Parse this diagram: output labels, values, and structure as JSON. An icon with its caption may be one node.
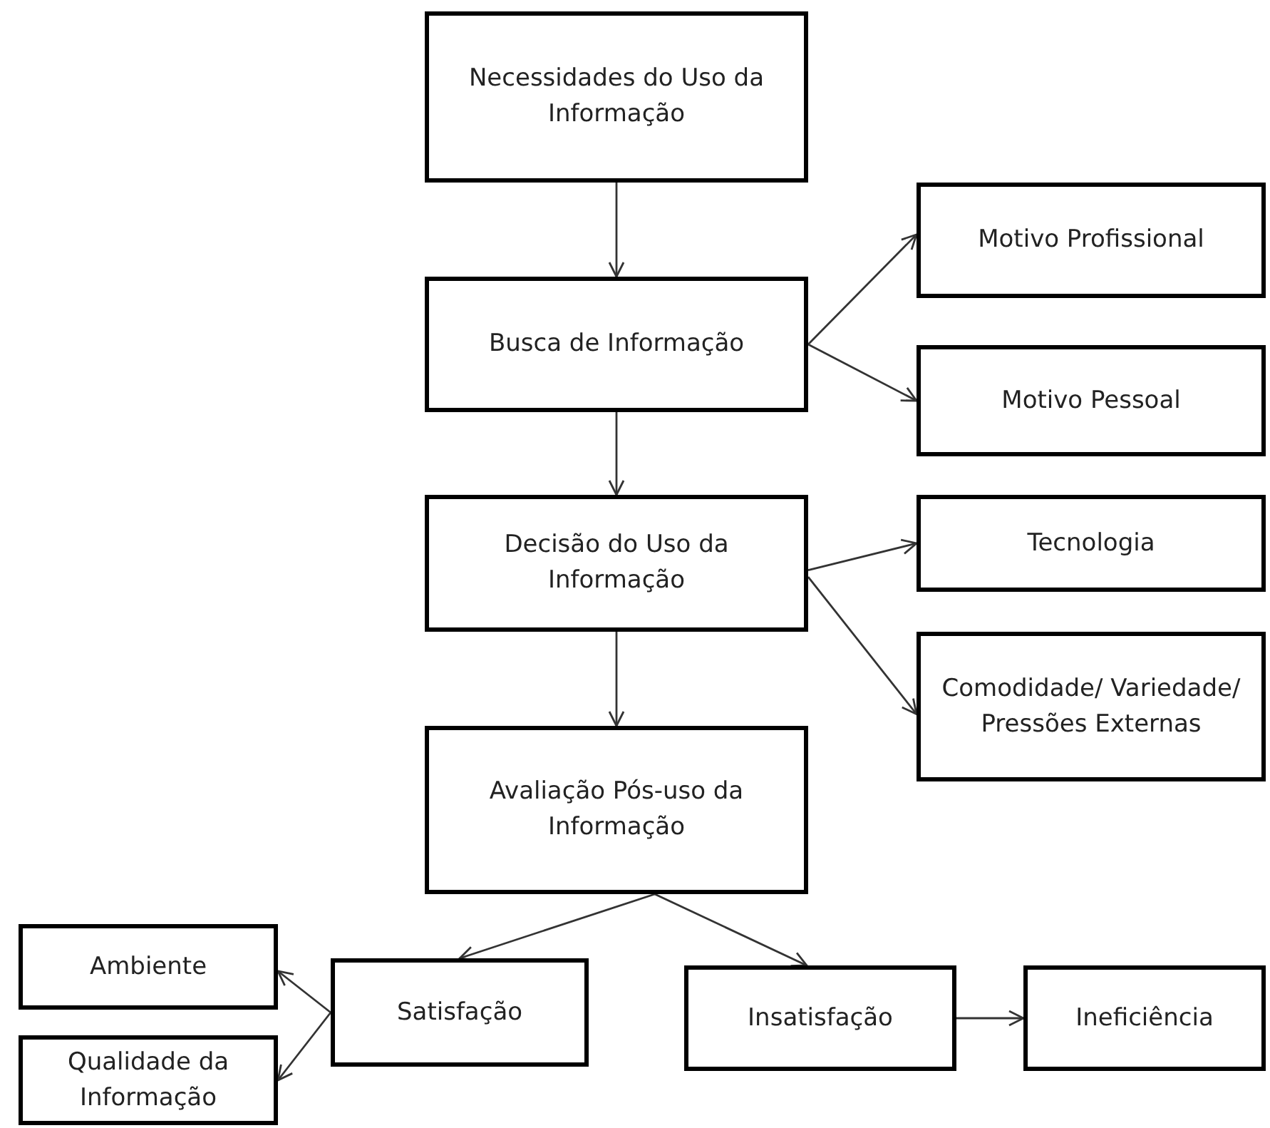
{
  "diagram": {
    "nodes": [
      {
        "text": [
          "Necessidades do Uso da Informação"
        ]
      },
      {
        "text": [
          "Busca de Informação"
        ]
      },
      {
        "text": [
          "Motivo Profissional"
        ]
      },
      {
        "text": [
          "Motivo Pessoal"
        ]
      },
      {
        "text": [
          "Decisão do Uso da Informação"
        ]
      },
      {
        "text": [
          "Tecnologia"
        ]
      },
      {
        "text": [
          "Comodidade/ Variedade/ Pressões Externas"
        ]
      },
      {
        "text": [
          "Avaliação Pós-uso da Informação"
        ]
      },
      {
        "text": [
          "Ambiente"
        ]
      },
      {
        "text": [
          "Satisfação"
        ]
      },
      {
        "text": [
          "Insatisfação"
        ]
      },
      {
        "text": [
          "Ineficiência"
        ]
      },
      {
        "text": [
          "Qualidade da Informação"
        ]
      }
    ],
    "edges": [
      {
        "from": 0,
        "to": 1,
        "arrow": "to"
      },
      {
        "from": 1,
        "to": 2,
        "arrow": "to"
      },
      {
        "from": 1,
        "to": 3,
        "arrow": "to"
      },
      {
        "from": 1,
        "to": 4,
        "arrow": "to"
      },
      {
        "from": 4,
        "to": 5,
        "arrow": "to"
      },
      {
        "from": 4,
        "to": 6,
        "arrow": "to"
      },
      {
        "from": 4,
        "to": 7,
        "arrow": "to"
      },
      {
        "from": 7,
        "to": 9,
        "arrow": "to"
      },
      {
        "from": 7,
        "to": 10,
        "arrow": "to"
      },
      {
        "from": 9,
        "to": 8,
        "arrow": "to"
      },
      {
        "from": 9,
        "to": 12,
        "arrow": "to"
      },
      {
        "from": 10,
        "to": 11,
        "arrow": "to"
      }
    ]
  }
}
